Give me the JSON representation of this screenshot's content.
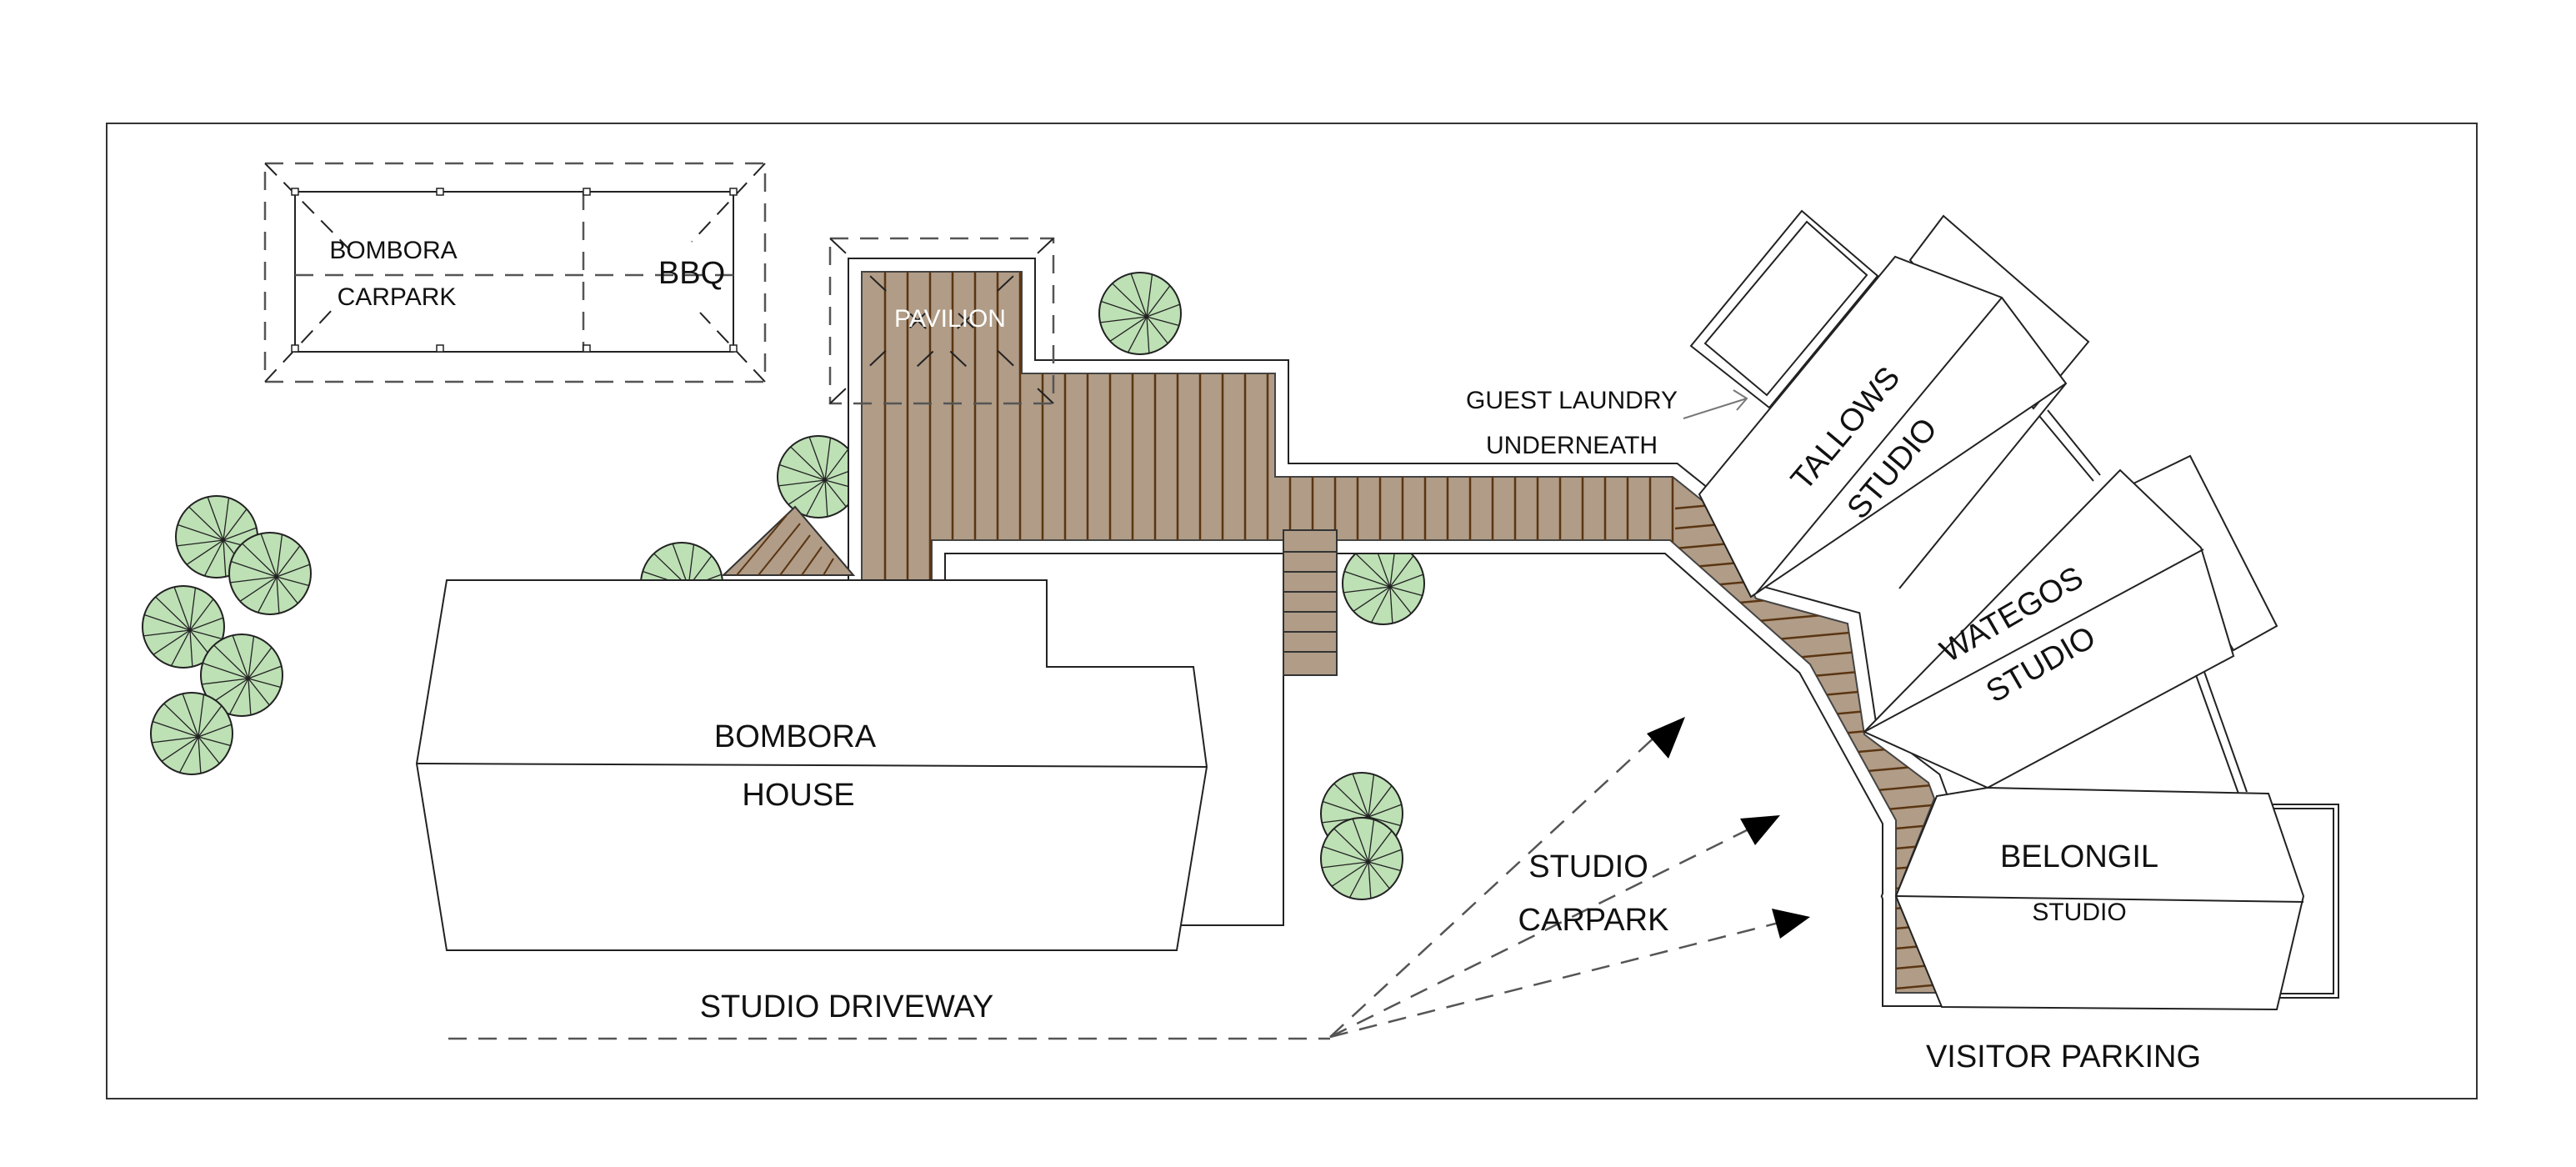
{
  "labels": {
    "bombora_carpark_line1": "BOMBORA",
    "bombora_carpark_line2": "CARPARK",
    "bbq": "BBQ",
    "pavilion": "PAVILION",
    "guest_laundry_line1": "GUEST LAUNDRY",
    "guest_laundry_line2": "UNDERNEATH",
    "tallows_line1": "TALLOWS",
    "tallows_line2": "STUDIO",
    "wategos_line1": "WATEGOS",
    "wategos_line2": "STUDIO",
    "belongil_line1": "BELONGIL",
    "belongil_line2": "STUDIO",
    "bombora_house_line1": "BOMBORA",
    "bombora_house_line2": "HOUSE",
    "studio_carpark_line1": "STUDIO",
    "studio_carpark_line2": "CARPARK",
    "studio_driveway": "STUDIO DRIVEWAY",
    "visitor_parking": "VISITOR PARKING"
  },
  "colors": {
    "deck": "#b09c87",
    "deck_plank": "#5a3512",
    "tree": "#bde0b5"
  }
}
